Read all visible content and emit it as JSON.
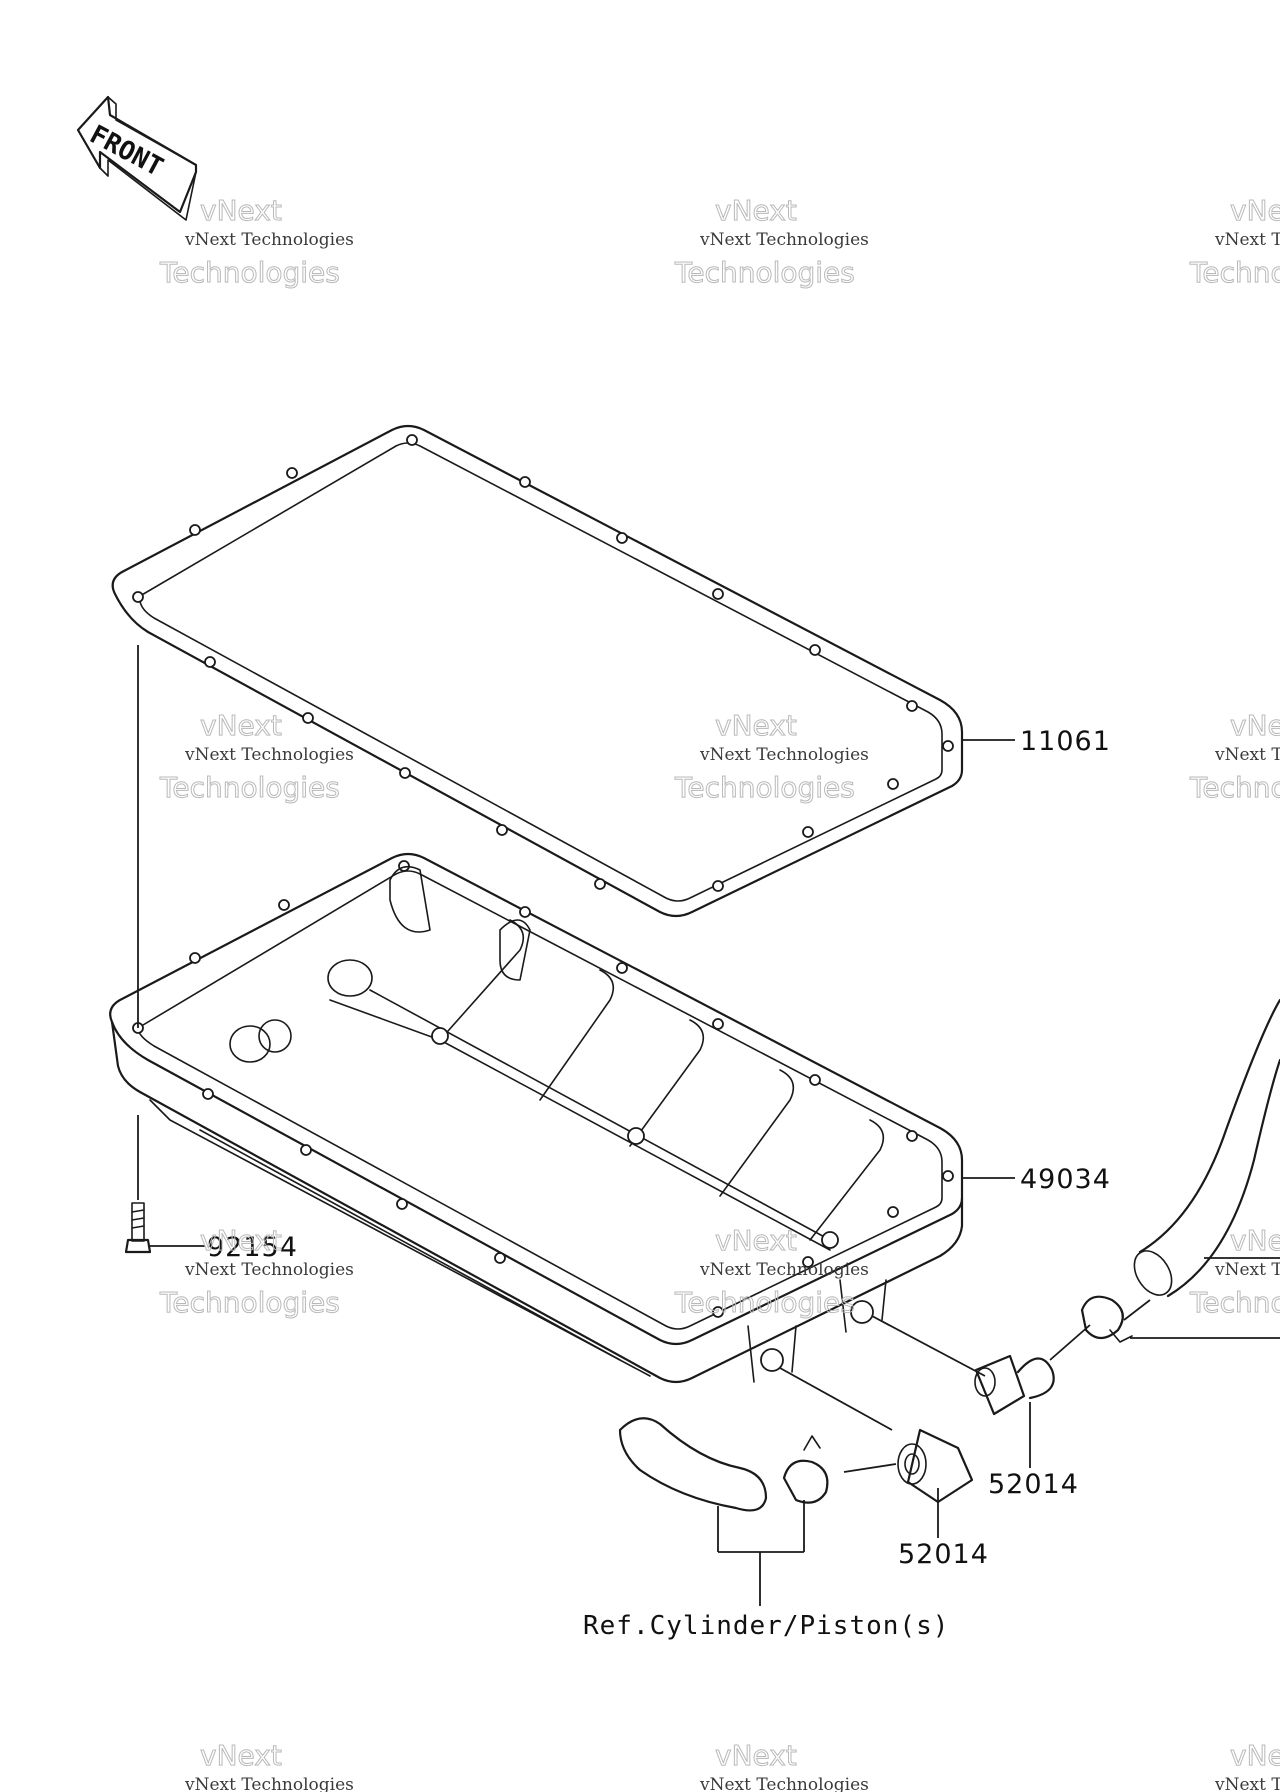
{
  "front_label": "FRONT",
  "parts": {
    "gasket": "11061",
    "oil_pan": "49034",
    "bolt": "92154",
    "fitting_upper": "52014",
    "fitting_lower": "52014"
  },
  "reference_label": "Ref.Cylinder/Piston(s)",
  "watermark": {
    "line1": "vNext",
    "line2": "vNext Technologies",
    "line3": "Technologies"
  },
  "colors": {
    "ink": "#1a1a1a",
    "watermark": "#b9b9b9"
  }
}
